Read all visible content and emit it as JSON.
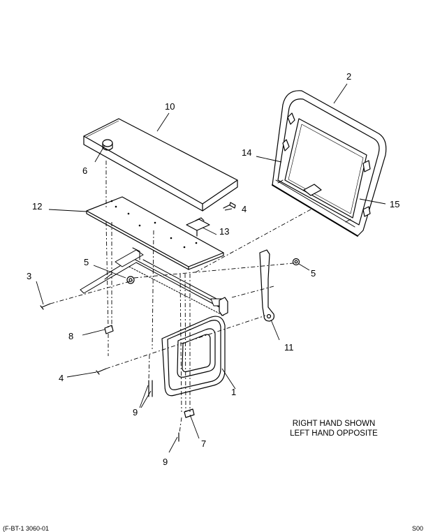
{
  "callouts": {
    "c1": "1",
    "c2": "2",
    "c3": "3",
    "c4a": "4",
    "c4b": "4",
    "c5a": "5",
    "c5b": "5",
    "c6": "6",
    "c7": "7",
    "c8": "8",
    "c9a": "9",
    "c9b": "9",
    "c10": "10",
    "c11": "11",
    "c12": "12",
    "c13": "13",
    "c14": "14",
    "c15": "15"
  },
  "note": {
    "line1": "RIGHT HAND SHOWN",
    "line2": "LEFT HAND OPPOSITE"
  },
  "footer": {
    "left": "(F-BT-1 3060-01",
    "right": "S00"
  }
}
